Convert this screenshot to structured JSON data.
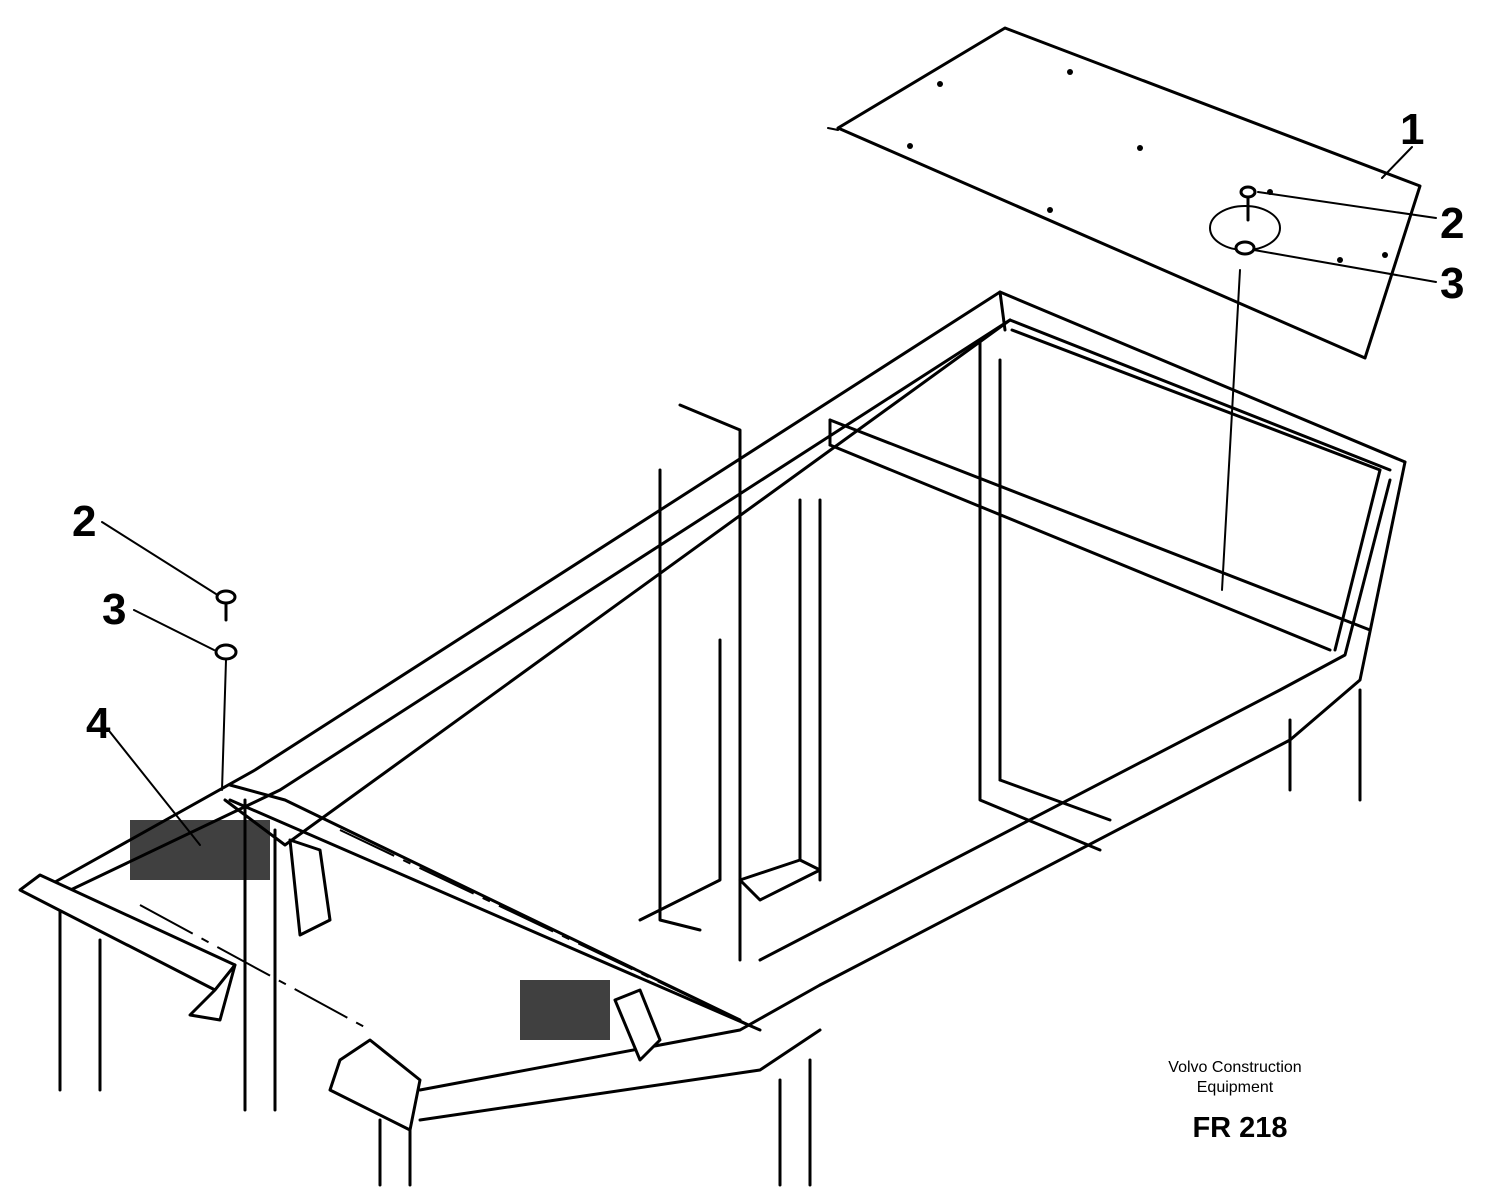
{
  "callouts": {
    "panel": "1",
    "screw_top": "2",
    "washer_top": "3",
    "screw_left": "2",
    "washer_left": "3",
    "grille": "4"
  },
  "caption": {
    "company_line1": "Volvo Construction",
    "company_line2": "Equipment",
    "drawing_code": "FR 218"
  }
}
